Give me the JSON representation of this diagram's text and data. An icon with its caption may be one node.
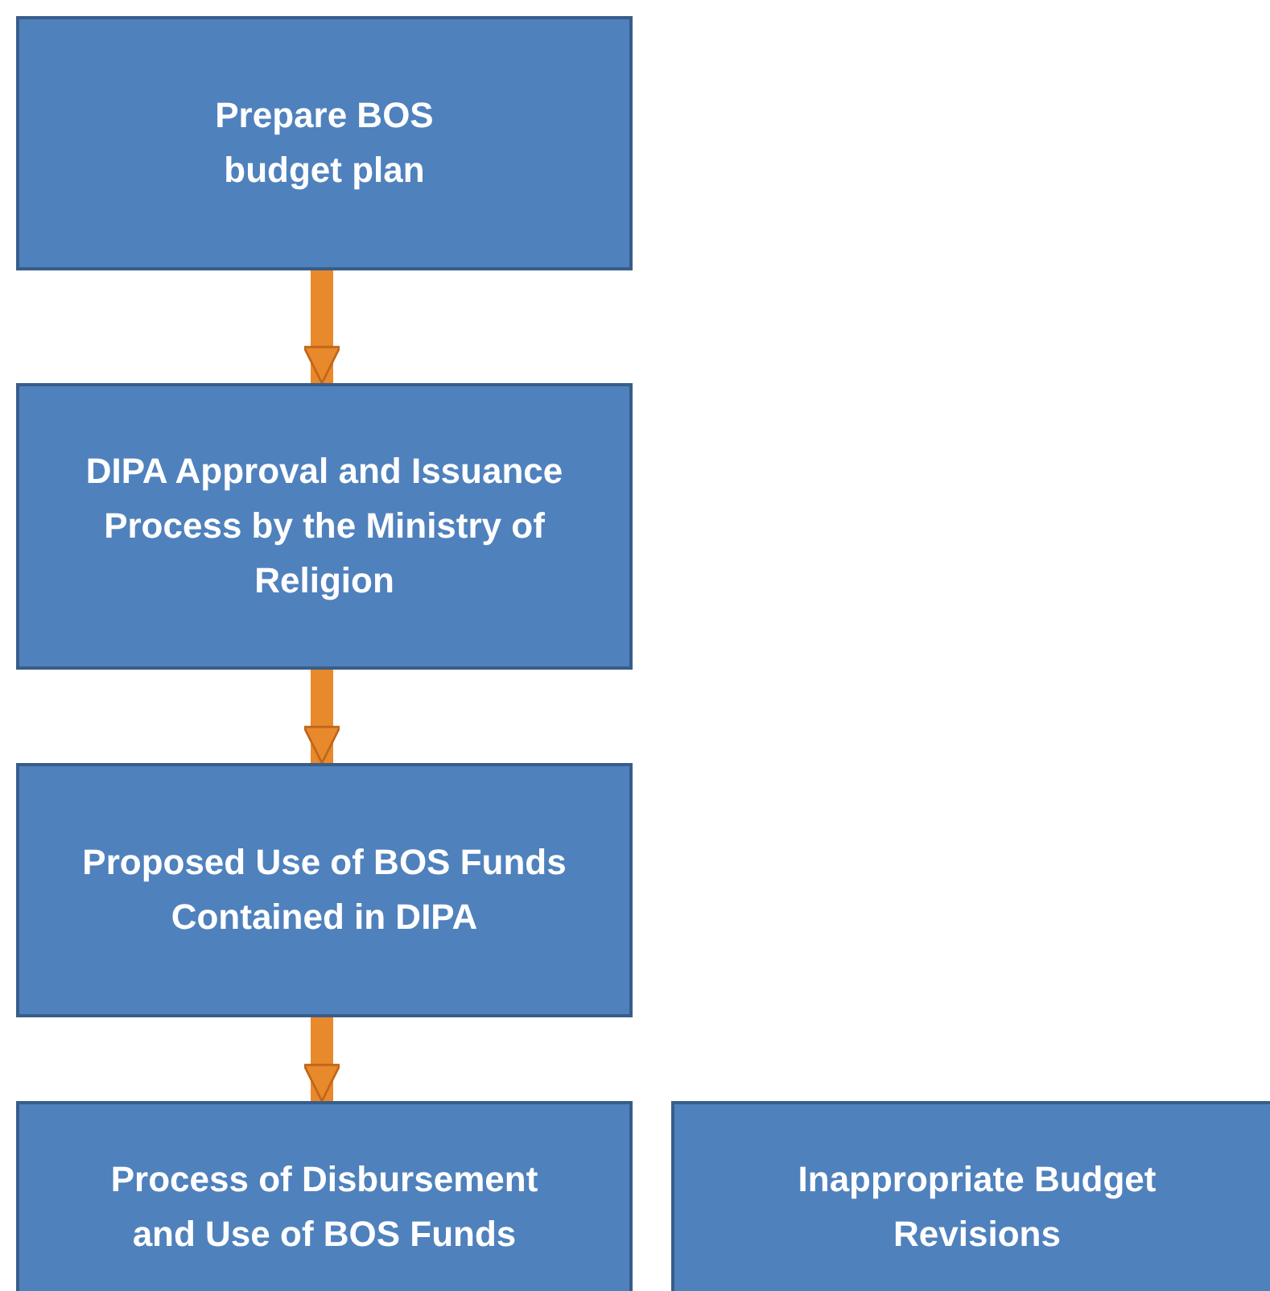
{
  "diagram": {
    "nodes": [
      {
        "text": [
          "Prepare BOS budget plan"
        ]
      },
      {
        "text": [
          "DIPA Approval and Issuance Process by the Ministry of Religion"
        ]
      },
      {
        "text": [
          "Proposed Use of BOS Funds Contained in DIPA"
        ]
      },
      {
        "text": [
          "Process of Disbursement and Use of BOS Funds"
        ]
      },
      {
        "text": [
          "Inappropriate Budget Revisions"
        ]
      }
    ],
    "edges": [
      {
        "from": 0,
        "to": 1,
        "arrow": "to"
      },
      {
        "from": 1,
        "to": 2,
        "arrow": "to"
      },
      {
        "from": 2,
        "to": 3,
        "arrow": "to"
      }
    ]
  }
}
